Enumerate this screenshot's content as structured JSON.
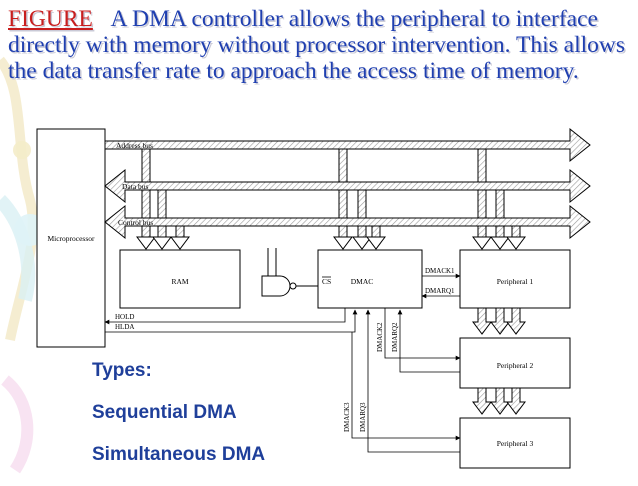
{
  "caption": {
    "figure_label": "FIGURE",
    "text": "A DMA controller allows the peripheral to interface directly with memory without processor intervention. This allows the data transfer rate to approach the access time of memory."
  },
  "diagram": {
    "buses": {
      "address": "Address bus",
      "data": "Data bus",
      "control": "Control bus"
    },
    "blocks": {
      "microprocessor": "Microprocessor",
      "ram": "RAM",
      "dmac": "DMAC",
      "cs": "CS",
      "peripheral1": "Peripheral 1",
      "peripheral2": "Peripheral 2",
      "peripheral3": "Peripheral 3"
    },
    "signals": {
      "hold": "HOLD",
      "hlda": "HLDA",
      "dmack1": "DMACK1",
      "dmarq1": "DMARQ1",
      "dmack2": "DMACK2",
      "dmarq2": "DMARQ2",
      "dmack3": "DMACK3",
      "dmarq3": "DMARQ3"
    }
  },
  "types": {
    "heading": "Types:",
    "items": [
      "Sequential DMA",
      "Simultaneous DMA"
    ]
  },
  "colors": {
    "caption_text": "#1f3fb0",
    "figure_label": "#c81e1e",
    "types_text": "#1f3f9a"
  }
}
